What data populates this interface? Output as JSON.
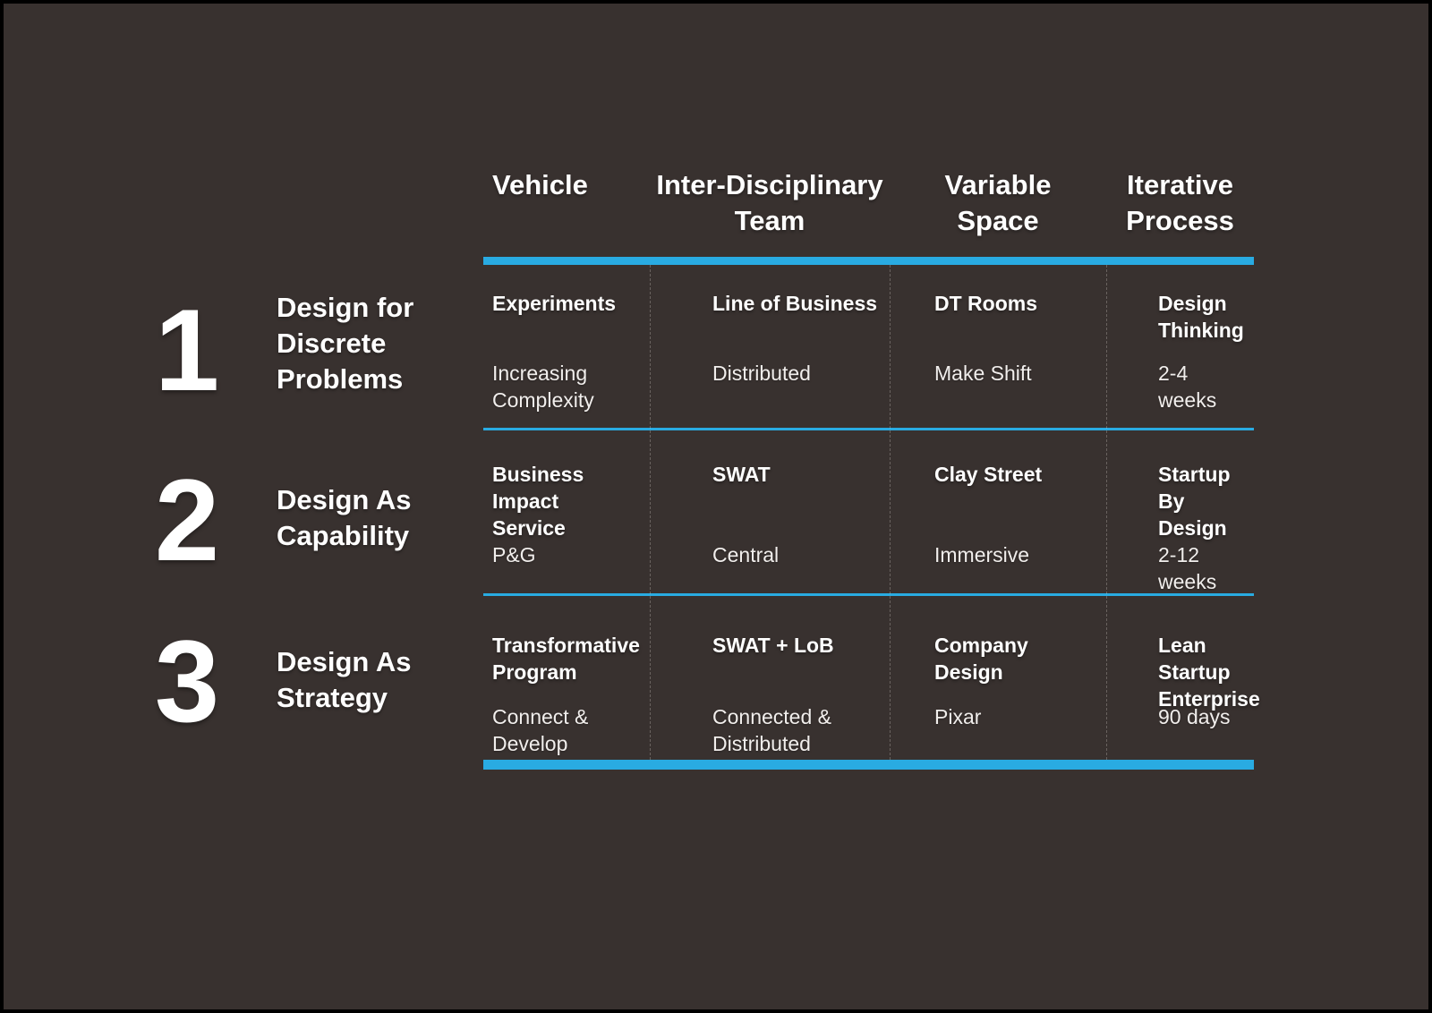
{
  "palette": {
    "background": "#38312F",
    "border": "#000000",
    "accent_cyan": "#29ABE2",
    "text_primary": "#FFFFFF",
    "text_secondary": "#F1EEEC"
  },
  "columns": [
    "Vehicle",
    "Inter-Disciplinary\nTeam",
    "Variable\nSpace",
    "Iterative\nProcess"
  ],
  "rows": [
    {
      "number": "1",
      "label": "Design for\nDiscrete\nProblems",
      "cells": [
        {
          "title": "Experiments",
          "subtitle": "Increasing\nComplexity"
        },
        {
          "title": "Line of Business",
          "subtitle": "Distributed"
        },
        {
          "title": "DT Rooms",
          "subtitle": "Make Shift"
        },
        {
          "title": "Design\nThinking",
          "subtitle": "2-4 weeks"
        }
      ]
    },
    {
      "number": "2",
      "label": "Design As\nCapability",
      "cells": [
        {
          "title": "Business Impact\nService",
          "subtitle": "P&G"
        },
        {
          "title": "SWAT",
          "subtitle": "Central"
        },
        {
          "title": "Clay Street",
          "subtitle": "Immersive"
        },
        {
          "title": "Startup\nBy Design",
          "subtitle": "2-12 weeks"
        }
      ]
    },
    {
      "number": "3",
      "label": "Design As\nStrategy",
      "cells": [
        {
          "title": "Transformative\nProgram",
          "subtitle": "Connect &\nDevelop"
        },
        {
          "title": "SWAT + LoB",
          "subtitle": "Connected &\nDistributed"
        },
        {
          "title": "Company\nDesign",
          "subtitle": "Pixar"
        },
        {
          "title": "Lean Startup\nEnterprise",
          "subtitle": "90 days"
        }
      ]
    }
  ]
}
